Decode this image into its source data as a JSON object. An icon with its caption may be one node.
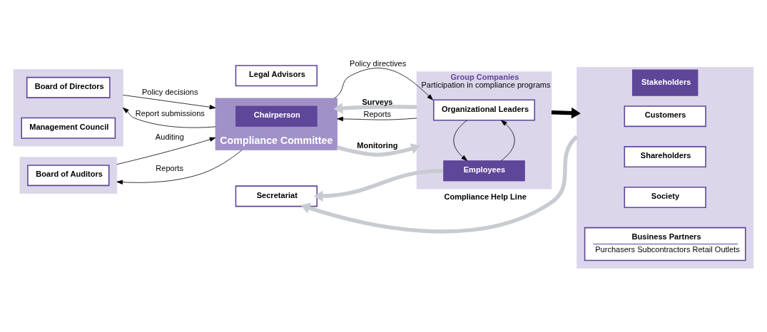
{
  "diagram": {
    "nodes": [
      {
        "text": [],
        "shape": "box"
      },
      {
        "text": [
          "Board of Directors"
        ],
        "in": 0
      },
      {
        "text": [
          "Management Council"
        ],
        "in": 0
      },
      {
        "text": [],
        "shape": "box"
      },
      {
        "text": [
          "Board of Auditors"
        ],
        "in": 3
      },
      {
        "text": [
          "Compliance Committee"
        ]
      },
      {
        "text": [
          "Chairperson"
        ],
        "in": 5
      },
      {
        "text": [
          "Secretariat"
        ]
      },
      {
        "text": [
          "Legal Advisors"
        ]
      },
      {
        "text": [
          "Group Companies",
          "Participation in compliance programs"
        ]
      },
      {
        "text": [
          "Organizational Leaders"
        ],
        "in": 9
      },
      {
        "text": [
          "Employees"
        ],
        "in": 9
      },
      {
        "text": [
          "Stakeholders"
        ]
      },
      {
        "text": [
          "Customers"
        ],
        "in": 12
      },
      {
        "text": [
          "Shareholders"
        ],
        "in": 12
      },
      {
        "text": [
          "Society"
        ],
        "in": 12
      },
      {
        "text": [
          "Business Partners",
          "Purchasers Subcontractors Retail Outlets"
        ],
        "in": 12
      }
    ],
    "edges": [
      {
        "from": 0,
        "to": 5,
        "arrow": "to",
        "label": "Policy decisions"
      },
      {
        "from": 5,
        "to": 0,
        "arrow": "to",
        "label": "Report submissions"
      },
      {
        "from": 3,
        "to": 5,
        "arrow": "to",
        "label": "Auditing"
      },
      {
        "from": 5,
        "to": 3,
        "arrow": "to",
        "label": "Reports"
      },
      {
        "from": 5,
        "to": 9,
        "arrow": "to",
        "label": "Monitoring",
        "style": "thick",
        "color": "#c8cbd1"
      },
      {
        "from": 5,
        "to": 10,
        "arrow": "to",
        "label": "Policy directives"
      },
      {
        "from": 9,
        "to": 5,
        "arrow": "to",
        "label": "Reports"
      },
      {
        "from": 9,
        "to": 5,
        "arrow": "to",
        "label": "Surveys",
        "style": "thick",
        "color": "#c8cbd1"
      },
      {
        "from": 11,
        "to": 10,
        "arrow": "to"
      },
      {
        "from": 10,
        "to": 11,
        "arrow": "to"
      },
      {
        "from": 9,
        "to": 12,
        "arrow": "to",
        "style": "thick"
      },
      {
        "from": 11,
        "to": 7,
        "arrow": "to",
        "style": "thick",
        "color": "#c8cbd1"
      },
      {
        "from": 12,
        "to": 7,
        "arrow": "to",
        "label": "Compliance Help Line",
        "style": "thick",
        "color": "#c8cbd1"
      }
    ]
  }
}
